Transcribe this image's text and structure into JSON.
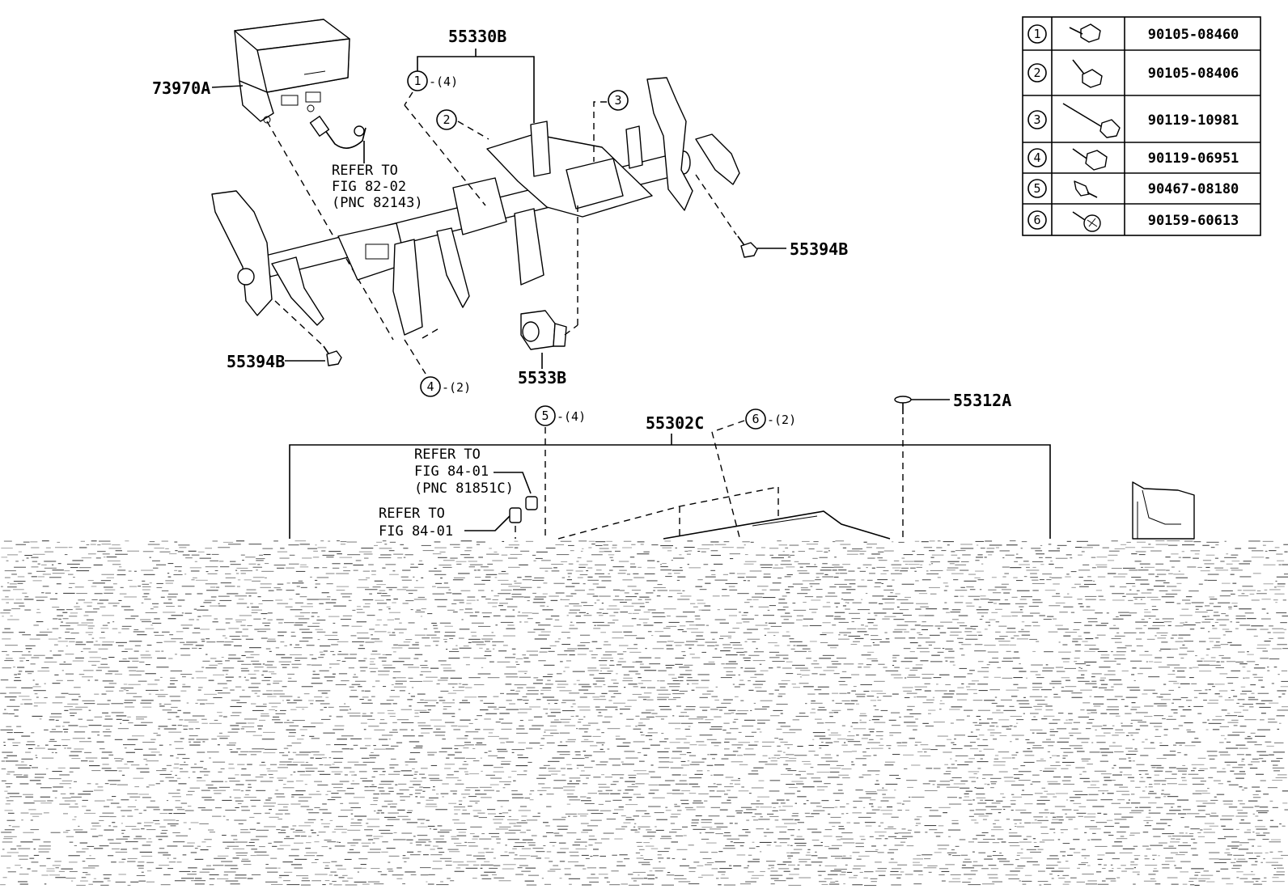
{
  "labels": {
    "p73970A": "73970A",
    "p55330B": "55330B",
    "p55394B_right": "55394B",
    "p55394B_left": "55394B",
    "p5533B": "5533B",
    "p55302C": "55302C",
    "p55312A": "55312A"
  },
  "refs": {
    "ref_82": [
      "REFER TO",
      "FIG 82-02",
      "(PNC 82143)"
    ],
    "ref_84a": [
      "REFER TO",
      "FIG 84-01",
      "(PNC 81851C)"
    ],
    "ref_84b": [
      "REFER TO",
      "FIG 84-01"
    ]
  },
  "callouts": {
    "c1": {
      "num": "1",
      "count": "-(4)"
    },
    "c2": {
      "num": "2"
    },
    "c3": {
      "num": "3"
    },
    "c4": {
      "num": "4",
      "count": "-(2)"
    },
    "c5": {
      "num": "5",
      "count": "-(4)"
    },
    "c6": {
      "num": "6",
      "count": "-(2)"
    }
  },
  "fastener_table": {
    "rows": [
      {
        "key": "1",
        "icon": "bolt-icon",
        "part": "90105-08460"
      },
      {
        "key": "2",
        "icon": "bolt-icon",
        "part": "90105-08406"
      },
      {
        "key": "3",
        "icon": "long-bolt-icon",
        "part": "90119-10981"
      },
      {
        "key": "4",
        "icon": "flange-bolt-icon",
        "part": "90119-06951"
      },
      {
        "key": "5",
        "icon": "clip-icon",
        "part": "90467-08180"
      },
      {
        "key": "6",
        "icon": "screw-icon",
        "part": "90159-60613"
      }
    ]
  }
}
